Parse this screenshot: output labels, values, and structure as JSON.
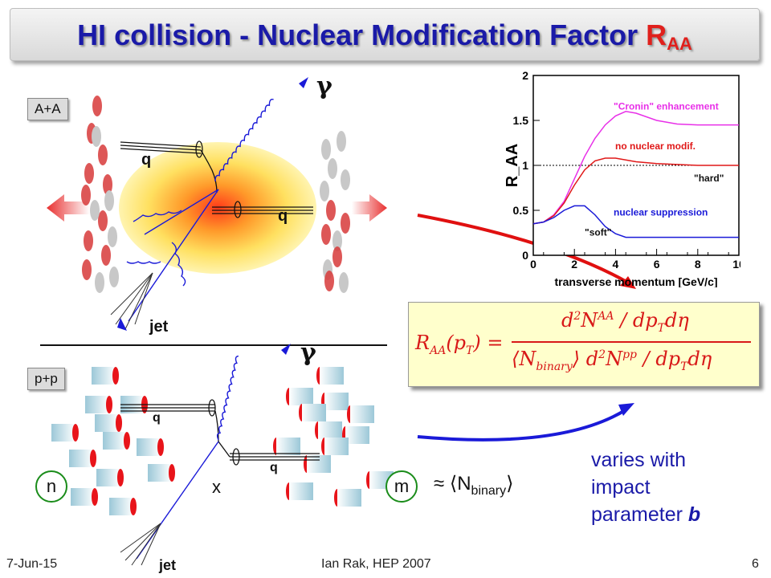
{
  "slide": {
    "title_main": "HI collision - Nuclear Modification Factor ",
    "title_r": "R",
    "title_sub": "AA"
  },
  "labels": {
    "aa": "A+A",
    "pp": "p+p",
    "gamma": "γ",
    "q": "q",
    "jet": "jet",
    "n": "n",
    "m": "m",
    "x": "x",
    "approx": "≈",
    "n_binary_main": "⟨N",
    "n_binary_sub": "binary",
    "n_binary_close": "⟩"
  },
  "formula": {
    "lhs": "R",
    "lhs_sub": "AA",
    "lhs_rest": "(p",
    "lhs_rest_sub": "T",
    "lhs_end": ") =",
    "num_d": "d",
    "num_2": "2",
    "num_N": "N",
    "num_sup": "AA",
    "num_rest": " / dp",
    "num_rest_sub": "T",
    "num_end": "dη",
    "den_open": "⟨N",
    "den_sub": "binary",
    "den_close": "⟩",
    "den_d": "d",
    "den_2": "2",
    "den_N": "N",
    "den_sup": "pp",
    "den_rest": " / dp",
    "den_rest_sub": "T",
    "den_end": "dη"
  },
  "side_text": {
    "line1": "varies with",
    "line2": "impact",
    "line3": "parameter ",
    "line3_b": "b"
  },
  "footer": {
    "date": "7-Jun-15",
    "author": "Ian Rak, HEP 2007",
    "page": "6"
  },
  "chart_data": {
    "type": "line",
    "title": "",
    "xlabel": "transverse momentum [GeV/c]",
    "ylabel": "R_AA",
    "xlim": [
      0,
      10
    ],
    "ylim": [
      0,
      2
    ],
    "x_ticks": [
      "0",
      "2",
      "4",
      "6",
      "8",
      "10"
    ],
    "y_ticks": [
      "0",
      "0.5",
      "1",
      "1.5",
      "2"
    ],
    "reference_line": 1,
    "series": [
      {
        "color": "#e830e8",
        "x": [
          0,
          0.5,
          1,
          1.5,
          2,
          2.5,
          3,
          3.5,
          4,
          4.5,
          5,
          6,
          7,
          8,
          9,
          10
        ],
        "y": [
          0.35,
          0.37,
          0.45,
          0.6,
          0.85,
          1.1,
          1.3,
          1.45,
          1.55,
          1.6,
          1.58,
          1.5,
          1.46,
          1.45,
          1.45,
          1.45
        ]
      },
      {
        "color": "#e01818",
        "x": [
          0,
          0.5,
          1,
          1.5,
          2,
          2.5,
          3,
          3.5,
          4,
          4.5,
          5,
          6,
          7,
          8,
          9,
          10
        ],
        "y": [
          0.35,
          0.37,
          0.44,
          0.58,
          0.78,
          0.95,
          1.05,
          1.08,
          1.08,
          1.06,
          1.04,
          1.02,
          1.01,
          1.0,
          1.0,
          1.0
        ]
      },
      {
        "color": "#1a1ad8",
        "x": [
          0,
          0.5,
          1,
          1.5,
          2,
          2.5,
          3,
          3.5,
          4,
          4.5,
          5,
          6,
          7,
          8,
          9,
          10
        ],
        "y": [
          0.35,
          0.37,
          0.42,
          0.5,
          0.55,
          0.55,
          0.45,
          0.32,
          0.24,
          0.2,
          0.2,
          0.2,
          0.2,
          0.2,
          0.2,
          0.2
        ]
      }
    ],
    "annotations": [
      "\"Cronin\" enhancement",
      "no nuclear modif.",
      "\"hard\"",
      "nuclear suppression",
      "\"soft\""
    ],
    "annotation_colors": [
      "#e830e8",
      "#e01818",
      "#111111",
      "#1a1ad8",
      "#111111"
    ]
  },
  "colors": {
    "title_blue": "#1a1aa8",
    "accent_red": "#e0201c",
    "formula_bg": "#ffffcc",
    "nucleon_red": "#e8141a"
  }
}
